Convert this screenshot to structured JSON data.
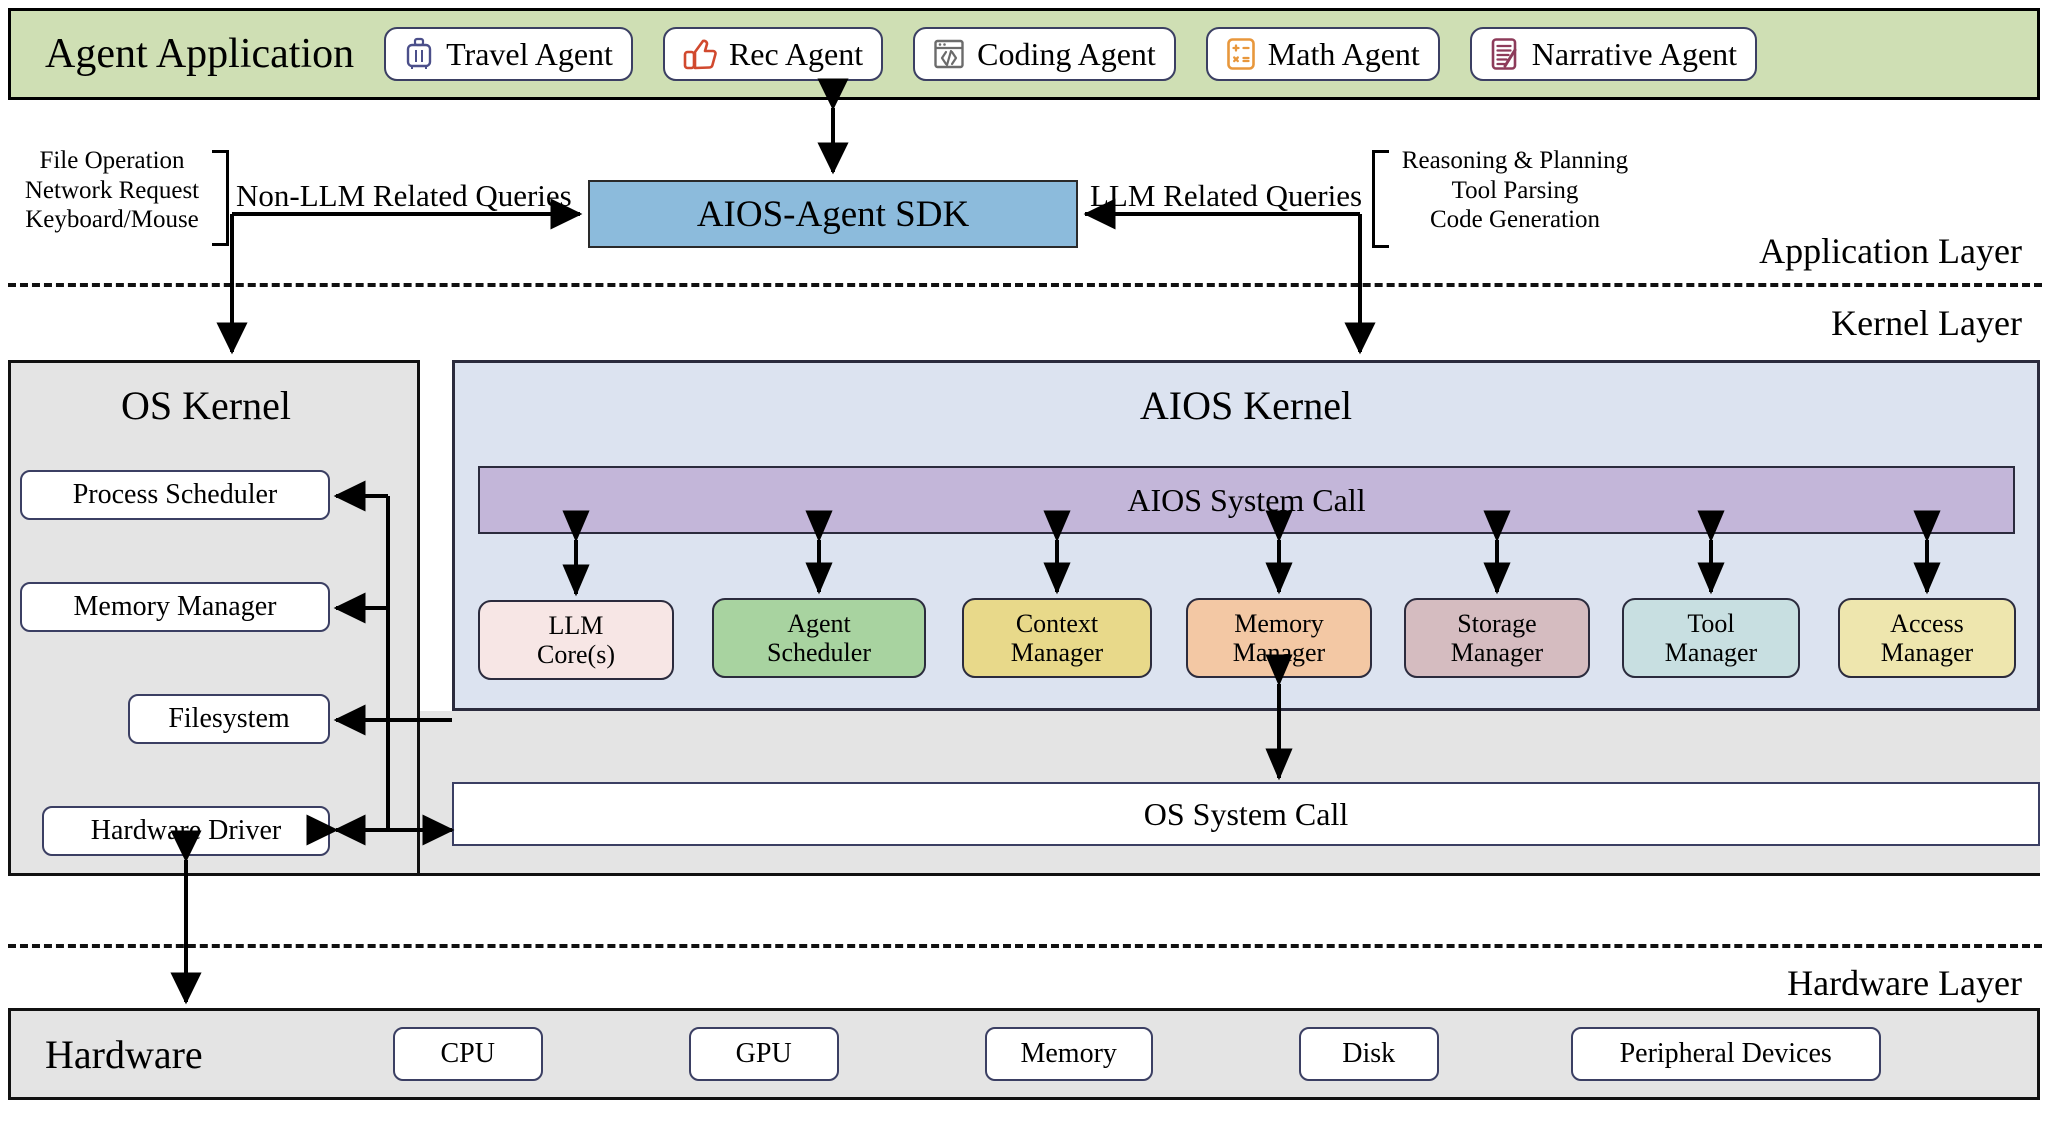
{
  "application_layer": {
    "band_title": "Agent Application",
    "agents": [
      {
        "label": "Travel Agent",
        "icon": "suitcase-icon",
        "color": "#4b4f8a"
      },
      {
        "label": "Rec Agent",
        "icon": "thumbs-up-icon",
        "color": "#d1492e"
      },
      {
        "label": "Coding Agent",
        "icon": "code-window-icon",
        "color": "#6b6b6b"
      },
      {
        "label": "Math Agent",
        "icon": "calculator-icon",
        "color": "#e8973c"
      },
      {
        "label": "Narrative Agent",
        "icon": "document-pen-icon",
        "color": "#8d3b5a"
      }
    ],
    "sdk": {
      "label": "AIOS-Agent SDK",
      "color": "#8cbbdc"
    },
    "left_bracket": {
      "items": [
        "File Operation",
        "Network Request",
        "Keyboard/Mouse"
      ],
      "edge_label": "Non-LLM Related Queries"
    },
    "right_bracket": {
      "items": [
        "Reasoning & Planning",
        "Tool Parsing",
        "Code Generation"
      ],
      "edge_label": "LLM Related Queries"
    },
    "caption": "Application Layer"
  },
  "kernel_layer": {
    "caption": "Kernel Layer",
    "os_kernel": {
      "title": "OS Kernel",
      "modules": [
        "Process Scheduler",
        "Memory Manager",
        "Filesystem",
        "Hardware Driver"
      ]
    },
    "aios_kernel": {
      "title": "AIOS Kernel",
      "system_call": "AIOS System Call",
      "modules": [
        {
          "line1": "LLM",
          "line2": "Core(s)",
          "color": "#f7e6e5"
        },
        {
          "line1": "Agent",
          "line2": "Scheduler",
          "color": "#a8d3a0"
        },
        {
          "line1": "Context",
          "line2": "Manager",
          "color": "#e8d98a"
        },
        {
          "line1": "Memory",
          "line2": "Manager",
          "color": "#f3c8a4"
        },
        {
          "line1": "Storage",
          "line2": "Manager",
          "color": "#d5bcc0"
        },
        {
          "line1": "Tool",
          "line2": "Manager",
          "color": "#c8dfe1"
        },
        {
          "line1": "Access",
          "line2": "Manager",
          "color": "#eee6ae"
        }
      ]
    },
    "os_system_call": "OS System Call"
  },
  "hardware_layer": {
    "caption": "Hardware Layer",
    "band_title": "Hardware",
    "devices": [
      "CPU",
      "GPU",
      "Memory",
      "Disk",
      "Peripheral Devices"
    ]
  }
}
